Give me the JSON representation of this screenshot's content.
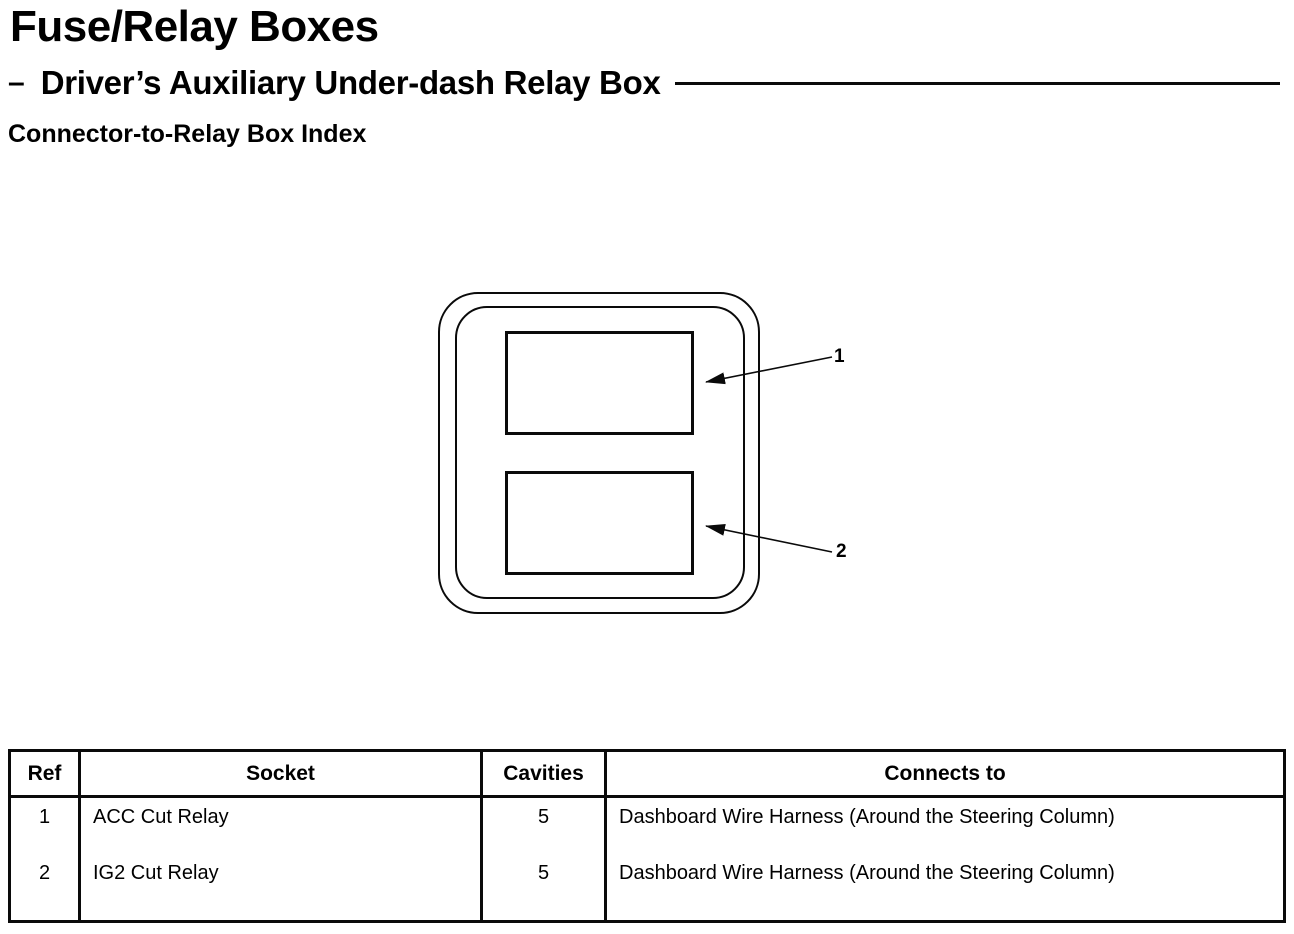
{
  "doc": {
    "title": "Fuse/Relay Boxes",
    "subtitle_dash": "–",
    "subtitle": "Driver’s Auxiliary Under-dash Relay Box",
    "section_heading": "Connector-to-Relay Box Index"
  },
  "diagram": {
    "description": "Driver's auxiliary under-dash relay box with two relay sockets",
    "callouts": [
      {
        "label": "1",
        "points_to": "upper relay socket"
      },
      {
        "label": "2",
        "points_to": "lower relay socket"
      }
    ],
    "line_color": "#0a0a0a"
  },
  "table": {
    "headers": {
      "ref": "Ref",
      "socket": "Socket",
      "cavities": "Cavities",
      "connects_to": "Connects to"
    },
    "rows": [
      {
        "ref": "1",
        "socket": "ACC Cut Relay",
        "cavities": "5",
        "connects_to": "Dashboard Wire Harness (Around the Steering Column)"
      },
      {
        "ref": "2",
        "socket": "IG2 Cut Relay",
        "cavities": "5",
        "connects_to": "Dashboard Wire Harness (Around the Steering Column)"
      }
    ]
  }
}
